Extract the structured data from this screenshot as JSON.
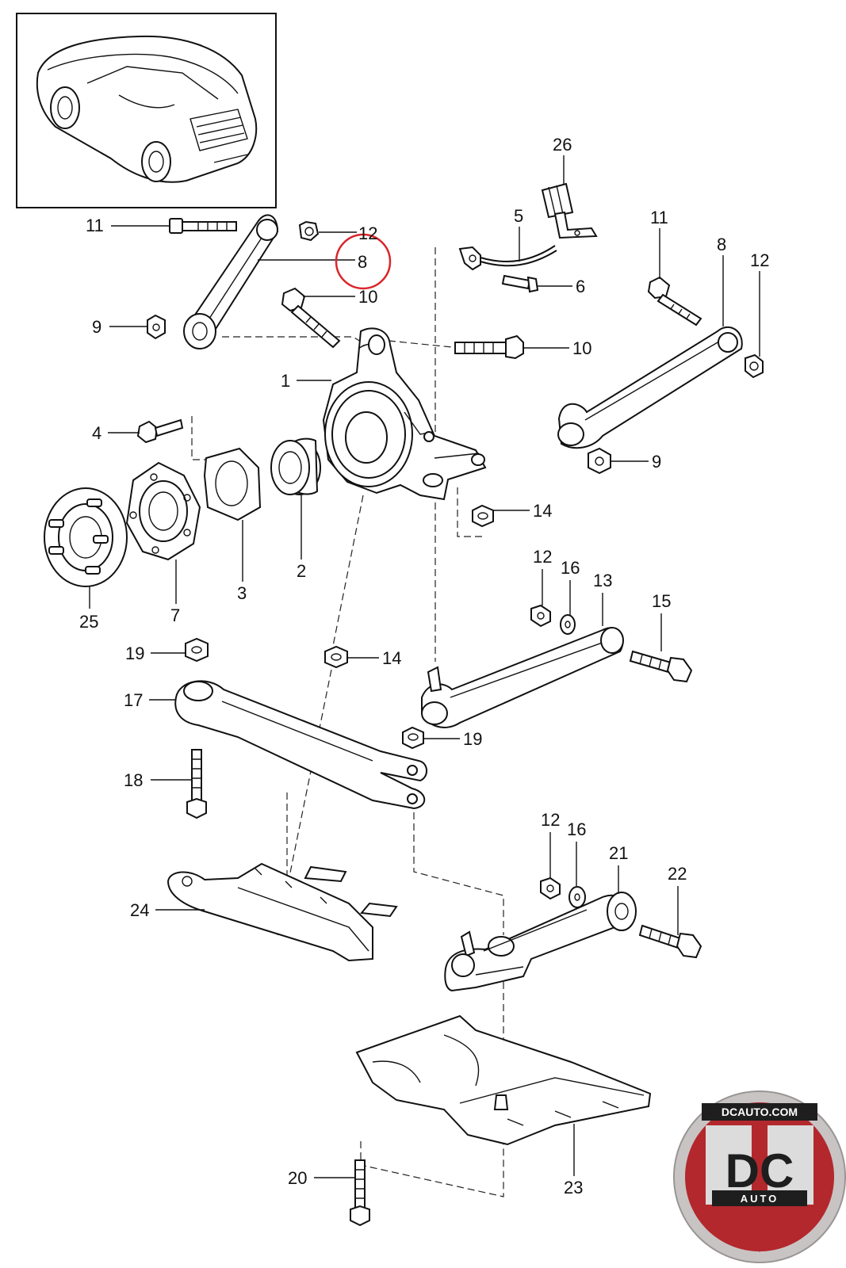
{
  "callouts": [
    {
      "id": "c11a",
      "text": "11"
    },
    {
      "id": "c12a",
      "text": "12"
    },
    {
      "id": "c8a",
      "text": "8"
    },
    {
      "id": "c10a",
      "text": "10"
    },
    {
      "id": "c9a",
      "text": "9"
    },
    {
      "id": "c10b",
      "text": "10"
    },
    {
      "id": "c1",
      "text": "1"
    },
    {
      "id": "c26",
      "text": "26"
    },
    {
      "id": "c5",
      "text": "5"
    },
    {
      "id": "c6",
      "text": "6"
    },
    {
      "id": "c11b",
      "text": "11"
    },
    {
      "id": "c8b",
      "text": "8"
    },
    {
      "id": "c12b",
      "text": "12"
    },
    {
      "id": "c9b",
      "text": "9"
    },
    {
      "id": "c4",
      "text": "4"
    },
    {
      "id": "c14a",
      "text": "14"
    },
    {
      "id": "c2",
      "text": "2"
    },
    {
      "id": "c3",
      "text": "3"
    },
    {
      "id": "c7",
      "text": "7"
    },
    {
      "id": "c25",
      "text": "25"
    },
    {
      "id": "c12c",
      "text": "12"
    },
    {
      "id": "c16a",
      "text": "16"
    },
    {
      "id": "c13",
      "text": "13"
    },
    {
      "id": "c15",
      "text": "15"
    },
    {
      "id": "c19a",
      "text": "19"
    },
    {
      "id": "c14b",
      "text": "14"
    },
    {
      "id": "c17",
      "text": "17"
    },
    {
      "id": "c19b",
      "text": "19"
    },
    {
      "id": "c18",
      "text": "18"
    },
    {
      "id": "c12d",
      "text": "12"
    },
    {
      "id": "c16b",
      "text": "16"
    },
    {
      "id": "c21",
      "text": "21"
    },
    {
      "id": "c22",
      "text": "22"
    },
    {
      "id": "c24",
      "text": "24"
    },
    {
      "id": "c20",
      "text": "20"
    },
    {
      "id": "c23",
      "text": "23"
    }
  ],
  "highlight": {
    "callout": "8",
    "color": "#d9262b"
  },
  "logo": {
    "top_text": "DCAUTO.COM",
    "main_text": "DC",
    "sub_text": "AUTO",
    "ring_color": "#c9c4c4",
    "red_color": "#b3282d"
  },
  "colors": {
    "line": "#111111",
    "background": "#ffffff"
  }
}
